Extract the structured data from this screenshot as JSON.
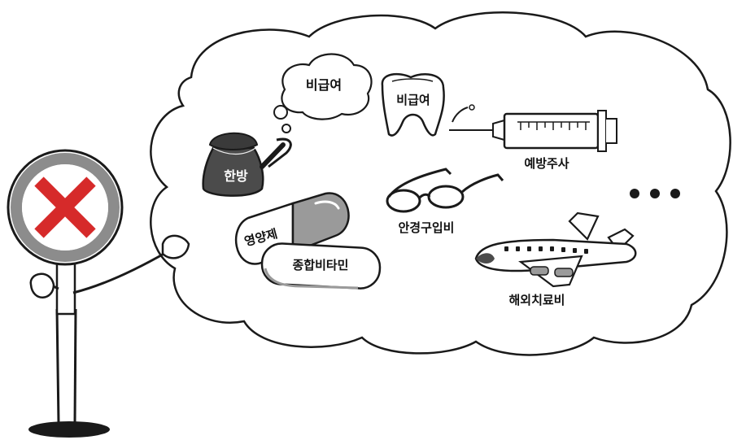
{
  "labels": {
    "bubble_text": "비급여",
    "tooth_text": "비급여",
    "teapot_text": "한방",
    "syringe_text": "예방주사",
    "glasses_text": "안경구입비",
    "capsule_text": "영양제",
    "tablet_text": "종합비타민",
    "airplane_text": "해외치료비"
  },
  "colors": {
    "outline": "#1a1a1a",
    "x_mark": "#d62a2a",
    "sign_ring": "#8c8c8c",
    "dark_fill": "#4b4b4b",
    "pill_gray": "#9a9a9a"
  }
}
